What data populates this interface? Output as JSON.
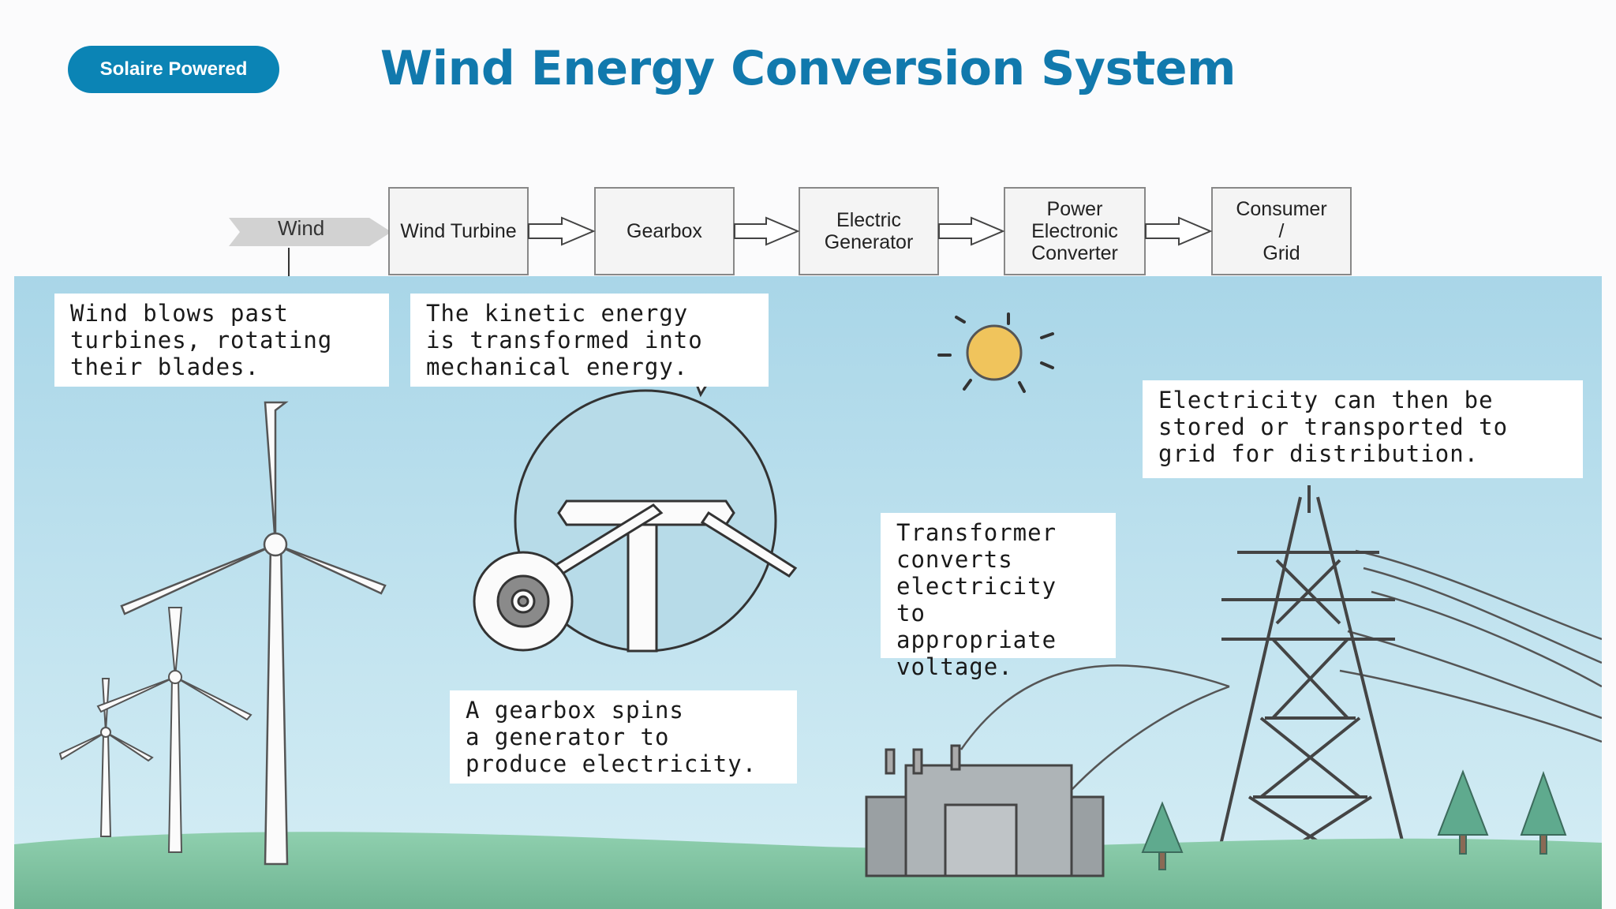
{
  "header": {
    "badge": "Solaire Powered",
    "title": "Wind Energy Conversion System"
  },
  "flow": {
    "wind": "Wind",
    "steps": [
      {
        "label": "Wind Turbine"
      },
      {
        "label": "Gearbox"
      },
      {
        "label": "Electric\nGenerator"
      },
      {
        "label": "Power\nElectronic\nConverter"
      },
      {
        "label": "Consumer\n/\nGrid"
      }
    ]
  },
  "callouts": {
    "wind": "Wind blows past\nturbines, rotating\ntheir blades.",
    "kinetic": "The kinetic energy\nis transformed into\nmechanical energy.",
    "storage": "Electricity can then be\nstored or transported to\ngrid for distribution.",
    "transformer": "Transformer\nconverts\nelectricity to\nappropriate\nvoltage.",
    "gearbox": "A gearbox spins\na generator to\nproduce electricity."
  },
  "colors": {
    "accent": "#0b84b5",
    "title": "#1179ad",
    "sky": "#c4e4ef",
    "grass": "#7fc4a4",
    "sun": "#f0c45c"
  }
}
